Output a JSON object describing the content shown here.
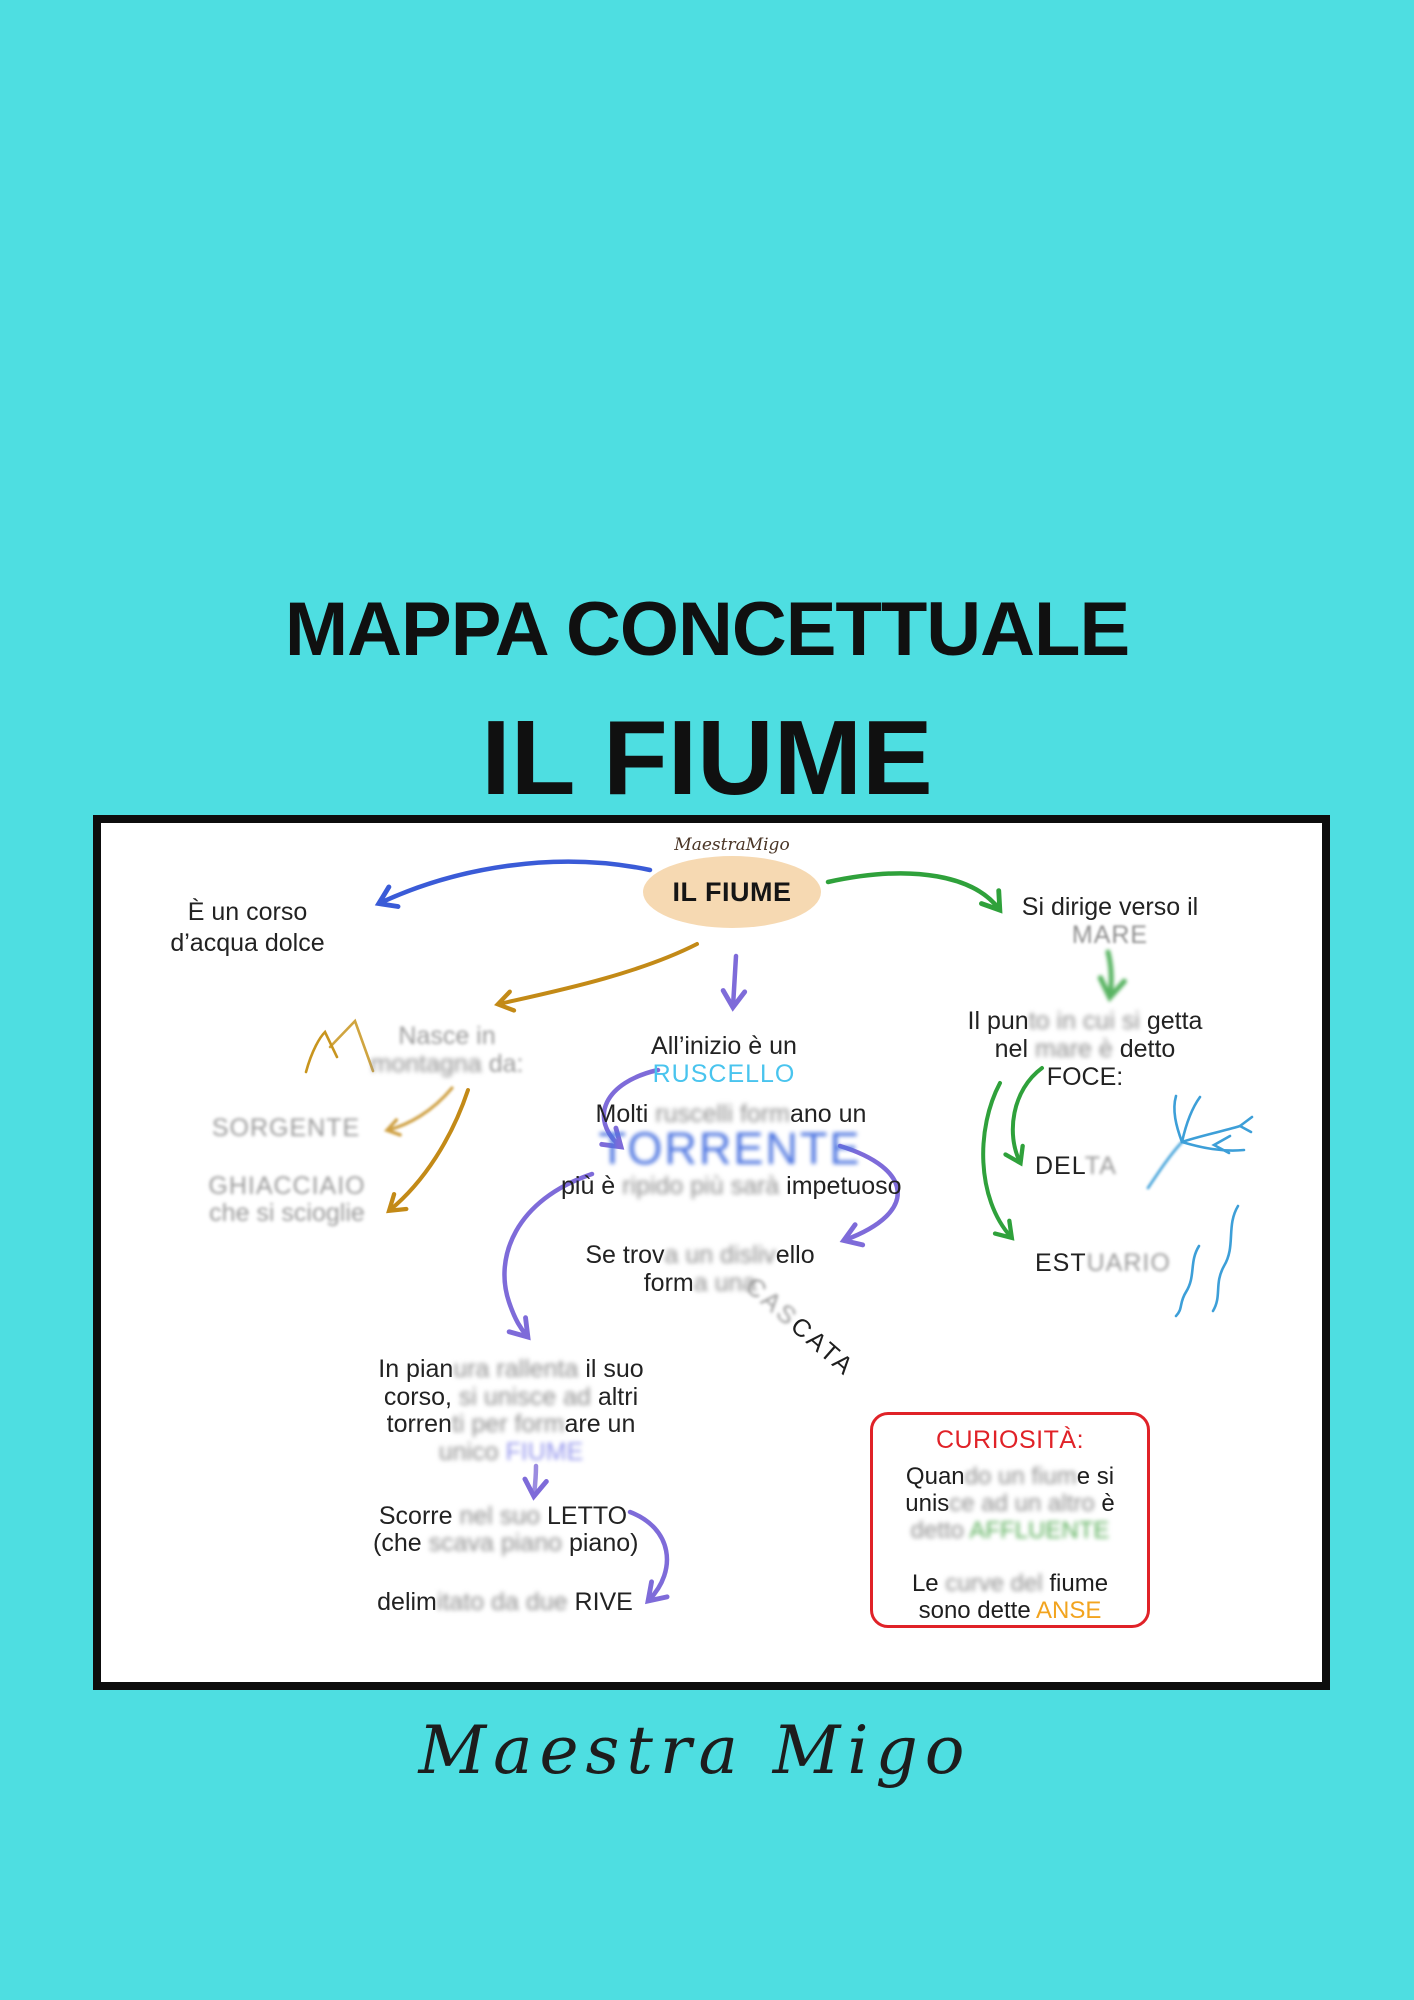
{
  "colors": {
    "background": "#4EDEE1",
    "panel_bg": "#FFFFFF",
    "panel_border": "#0D0D0D",
    "ellipse_fill": "#F6D9B2",
    "arrow_blue": "#3A5BD7",
    "arrow_green": "#2FA13B",
    "arrow_gold": "#C38A17",
    "arrow_purple": "#7E6BD9",
    "ruscello_blue": "#49C4EE",
    "torrente_blue": "#4C74E0",
    "fiume_purple": "#9395EC",
    "sketch_blue": "#3D9FD8",
    "curiosity_red": "#E02228",
    "affluente_green": "#56AD56",
    "anse_orange": "#F2A41F",
    "blurred_gray": "#8F8F8F"
  },
  "icons": {
    "mountain": "mountain-sketch",
    "delta": "delta-branches-sketch",
    "estuary": "estuary-waves-sketch"
  },
  "header": {
    "title1": "MAPPA CONCETTUALE",
    "title2": "IL FIUME"
  },
  "footer": {
    "signature": "Maestra Migo"
  },
  "map": {
    "logo": "MaestraMigo",
    "center": "IL FIUME",
    "corso": {
      "l1": "È un corso",
      "l2": "d’acqua dolce"
    },
    "dirige": {
      "l1": "Si dirige verso il",
      "l2": "MARE"
    },
    "punto": {
      "l1": {
        "s0": "Il pun",
        "s1": "to in cui si ",
        "s2": "getta"
      },
      "l2": {
        "s0": "nel ",
        "s1": "mare è ",
        "s2": "detto"
      },
      "l3": "FOCE:"
    },
    "nasce": {
      "l1": "Nasce in",
      "l2": {
        "s0": "montagna ",
        "s1": "da:"
      }
    },
    "sorgente": "SORGENTE",
    "ghiacciaio": {
      "l1": "GHIACCIAIO",
      "l2": "che si scioglie"
    },
    "inizio": {
      "l1": "All’inizio è un",
      "l2": "RUSCELLO"
    },
    "molti": {
      "s0": "Molti ",
      "s1": "ruscelli form",
      "s2": "ano un"
    },
    "torrente": "TORRENTE",
    "ripido": {
      "s0": "più è ",
      "s1": "ripido più sarà ",
      "s2": "impetuoso"
    },
    "dislivello": {
      "l1": {
        "s0": "Se trov",
        "s1": "a un disliv",
        "s2": "ello"
      },
      "l2": {
        "s0": "form",
        "s1": "a una"
      }
    },
    "cascata": {
      "s0": "CAS",
      "s1": "CATA"
    },
    "pianura": {
      "l1": {
        "s0": "In pian",
        "s1": "ura rallenta",
        "s2": " il suo"
      },
      "l2": {
        "s0": "corso, ",
        "s1": "si unisce ad",
        "s2": " altri"
      },
      "l3": {
        "s0": "torren",
        "s1": "ti per form",
        "s2": "are un"
      },
      "l4": {
        "s0": "unico ",
        "s1": "FIUME"
      }
    },
    "letto": {
      "l1": {
        "s0": "Scorre ",
        "s1": "nel suo ",
        "s2": "LETTO"
      },
      "l2": {
        "s0": "(che ",
        "s1": "scava piano",
        "s2": " piano)"
      }
    },
    "rive": {
      "s0": "delim",
      "s1": "itato da due",
      "s2": " RIVE"
    },
    "delta": {
      "s0": "DEL",
      "s1": "TA"
    },
    "estuario": {
      "s0": "EST",
      "s1": "UARIO"
    },
    "curiosity": {
      "title": "CURIOSITÀ:",
      "p1": {
        "l1": {
          "s0": "Quan",
          "s1": "do un fium",
          "s2": "e si"
        },
        "l2": {
          "s0": "unis",
          "s1": "ce ad un altro",
          "s2": " è"
        },
        "l3": {
          "s0": "detto ",
          "s1": "AFFLUENTE"
        }
      },
      "p2": {
        "l1": {
          "s0": "Le ",
          "s1": "curve del ",
          "s2": "fiume"
        },
        "l2": {
          "s0": "sono dette ",
          "s1": "ANSE"
        }
      }
    }
  }
}
